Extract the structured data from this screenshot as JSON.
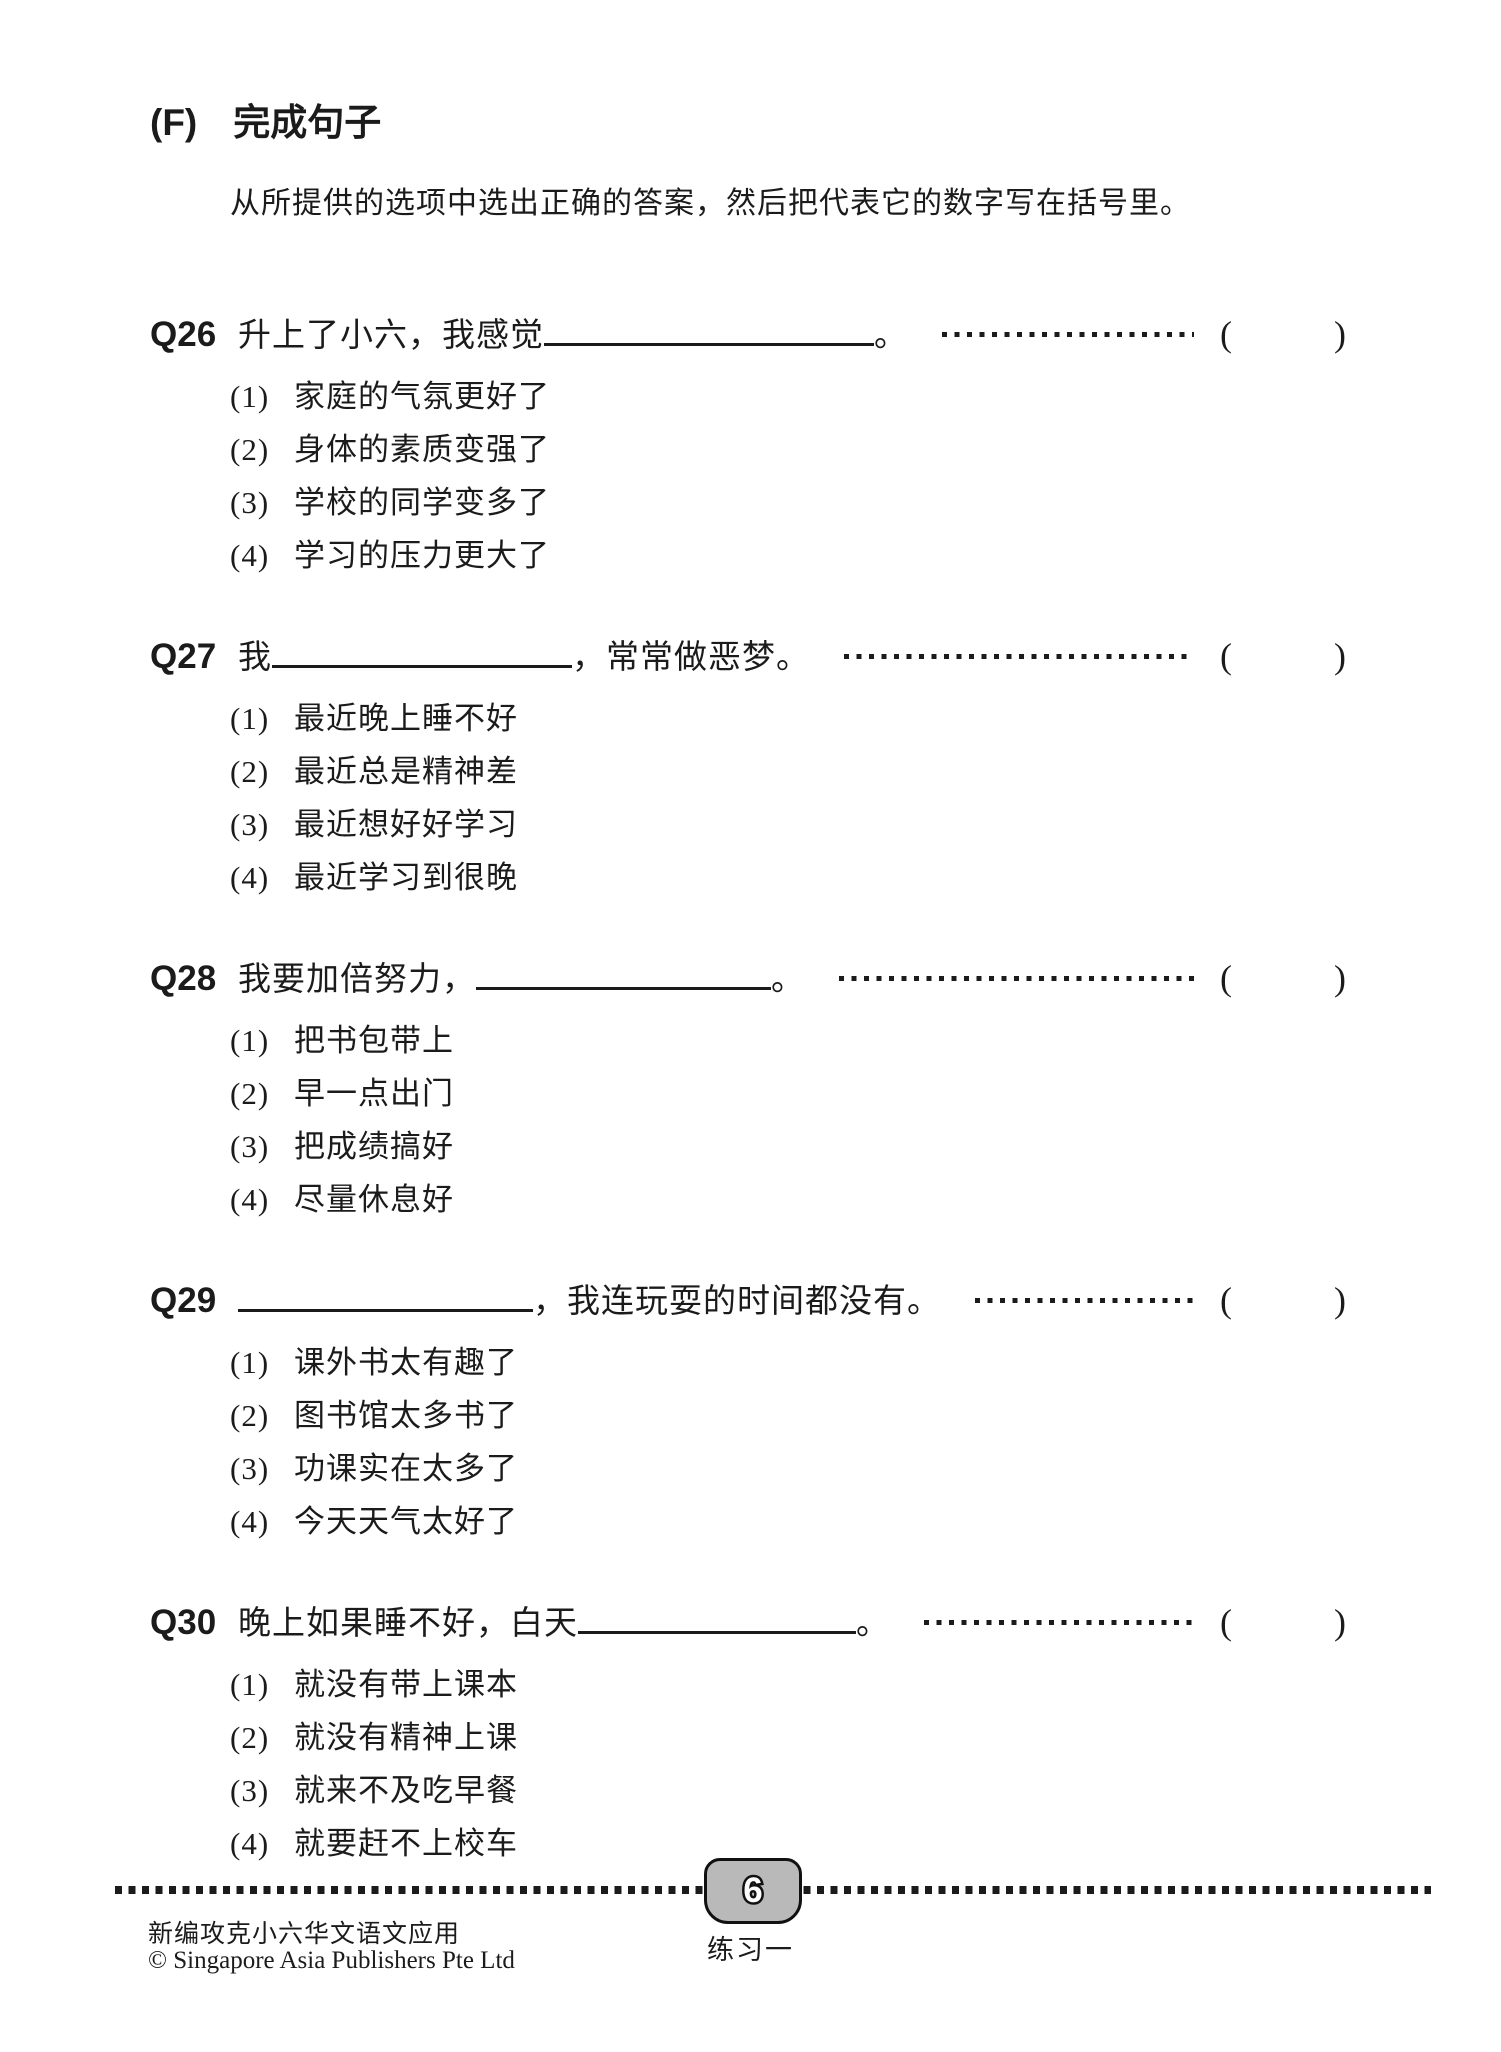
{
  "section": {
    "label": "(F)",
    "title": "完成句子",
    "instruction": "从所提供的选项中选出正确的答案，然后把代表它的数字写在括号里。"
  },
  "parens": {
    "open": "(",
    "close": ")"
  },
  "questions": [
    {
      "label": "Q26",
      "pre": "升上了小六，我感觉",
      "post": "。",
      "options": [
        {
          "num": "(1)",
          "text": "家庭的气氛更好了"
        },
        {
          "num": "(2)",
          "text": "身体的素质变强了"
        },
        {
          "num": "(3)",
          "text": "学校的同学变多了"
        },
        {
          "num": "(4)",
          "text": "学习的压力更大了"
        }
      ]
    },
    {
      "label": "Q27",
      "pre": "我",
      "post": "，常常做恶梦。",
      "options": [
        {
          "num": "(1)",
          "text": "最近晚上睡不好"
        },
        {
          "num": "(2)",
          "text": "最近总是精神差"
        },
        {
          "num": "(3)",
          "text": "最近想好好学习"
        },
        {
          "num": "(4)",
          "text": "最近学习到很晚"
        }
      ]
    },
    {
      "label": "Q28",
      "pre": "我要加倍努力，",
      "post": "。",
      "options": [
        {
          "num": "(1)",
          "text": "把书包带上"
        },
        {
          "num": "(2)",
          "text": "早一点出门"
        },
        {
          "num": "(3)",
          "text": "把成绩搞好"
        },
        {
          "num": "(4)",
          "text": "尽量休息好"
        }
      ]
    },
    {
      "label": "Q29",
      "pre": "",
      "post": "，我连玩耍的时间都没有。",
      "options": [
        {
          "num": "(1)",
          "text": "课外书太有趣了"
        },
        {
          "num": "(2)",
          "text": "图书馆太多书了"
        },
        {
          "num": "(3)",
          "text": "功课实在太多了"
        },
        {
          "num": "(4)",
          "text": "今天天气太好了"
        }
      ]
    },
    {
      "label": "Q30",
      "pre": "晚上如果睡不好，白天",
      "post": "。",
      "options": [
        {
          "num": "(1)",
          "text": "就没有带上课本"
        },
        {
          "num": "(2)",
          "text": "就没有精神上课"
        },
        {
          "num": "(3)",
          "text": "就来不及吃早餐"
        },
        {
          "num": "(4)",
          "text": "就要赶不上校车"
        }
      ]
    }
  ],
  "footer": {
    "page_number": "6",
    "exercise_label": "练习一",
    "book_title": "新编攻克小六华文语文应用",
    "copyright": "© Singapore Asia Publishers Pte Ltd"
  }
}
